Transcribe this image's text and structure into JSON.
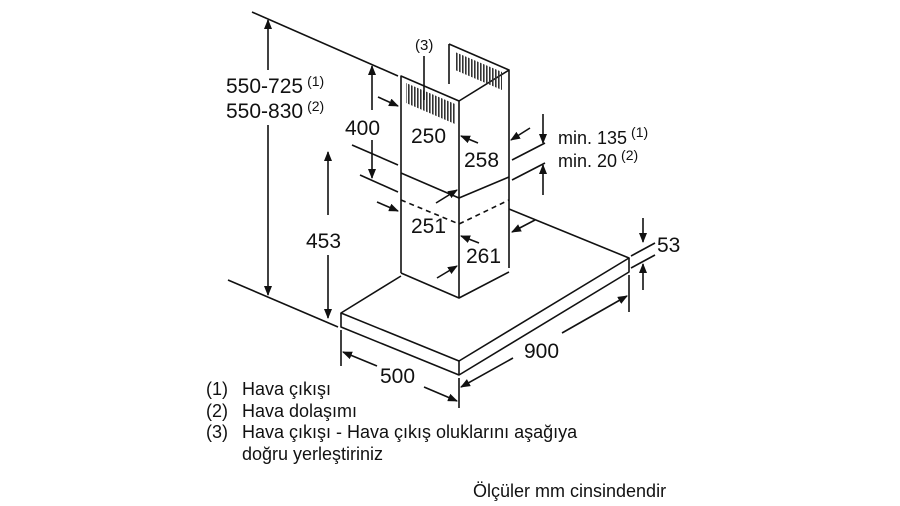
{
  "diagram": {
    "type": "technical-drawing",
    "subject": "wall-mounted chimney cooker hood dimensions",
    "dimensions": {
      "total_height_outlet": "550-725",
      "total_height_outlet_ref": "(1)",
      "total_height_recirc": "550-830",
      "total_height_recirc_ref": "(2)",
      "upper_chimney_height": "400",
      "upper_chimney_width": "250",
      "upper_chimney_depth": "258",
      "lower_chimney_width": "251",
      "lower_chimney_depth": "261",
      "lower_chimney_height": "453",
      "min_gap_outlet": "min. 135",
      "min_gap_outlet_ref": "(1)",
      "min_gap_recirc": "min. 20",
      "min_gap_recirc_ref": "(2)",
      "canopy_thickness": "53",
      "canopy_width": "900",
      "canopy_depth": "500",
      "vent_callout": "(3)"
    },
    "legend": [
      {
        "num": "(1)",
        "text": "Hava çıkışı"
      },
      {
        "num": "(2)",
        "text": "Hava dolaşımı"
      },
      {
        "num": "(3)",
        "text": "Hava çıkışı - Hava çıkış oluklarını aşağıya",
        "text2": "doğru yerleştiriniz"
      }
    ],
    "units_note": "Ölçüler mm cinsindendir",
    "line_color": "#111111",
    "background": "#ffffff"
  }
}
